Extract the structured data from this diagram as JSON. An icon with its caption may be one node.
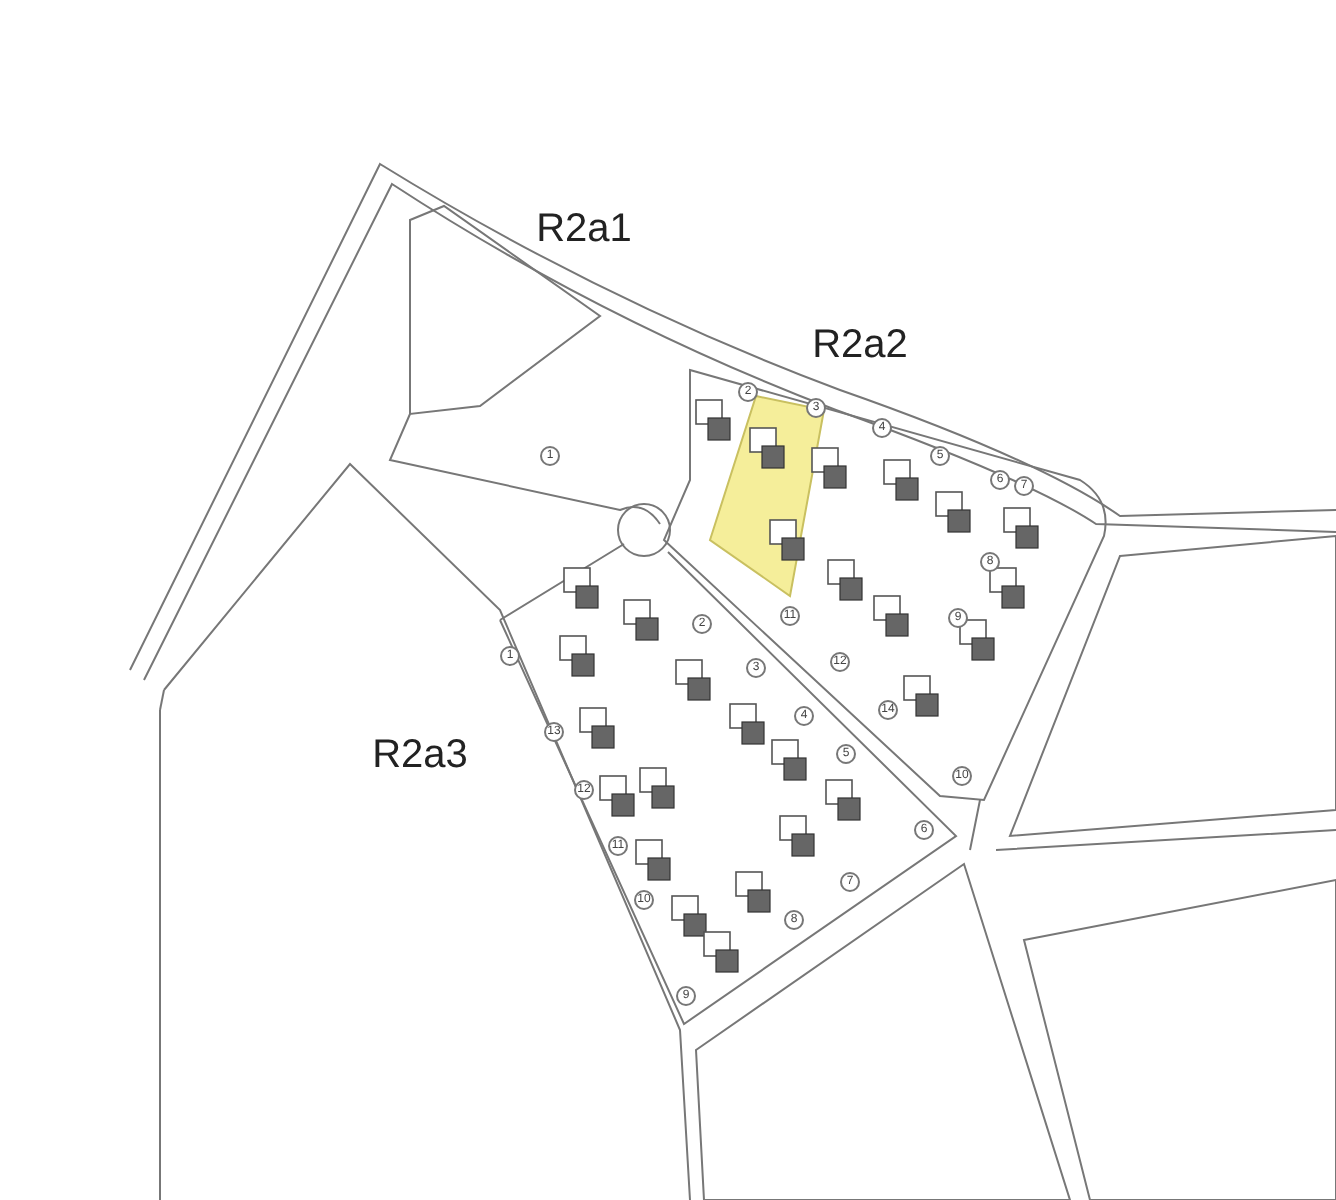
{
  "diagram": {
    "labels": [
      "R2a1",
      "R2a2",
      "1",
      "2",
      "3",
      "4",
      "5",
      "6",
      "7",
      "8",
      "9",
      "11",
      "12",
      "14",
      "10",
      "R2a3",
      "1",
      "2",
      "3",
      "4",
      "5",
      "6",
      "7",
      "8",
      "9",
      "10",
      "11",
      "12",
      "13"
    ]
  }
}
